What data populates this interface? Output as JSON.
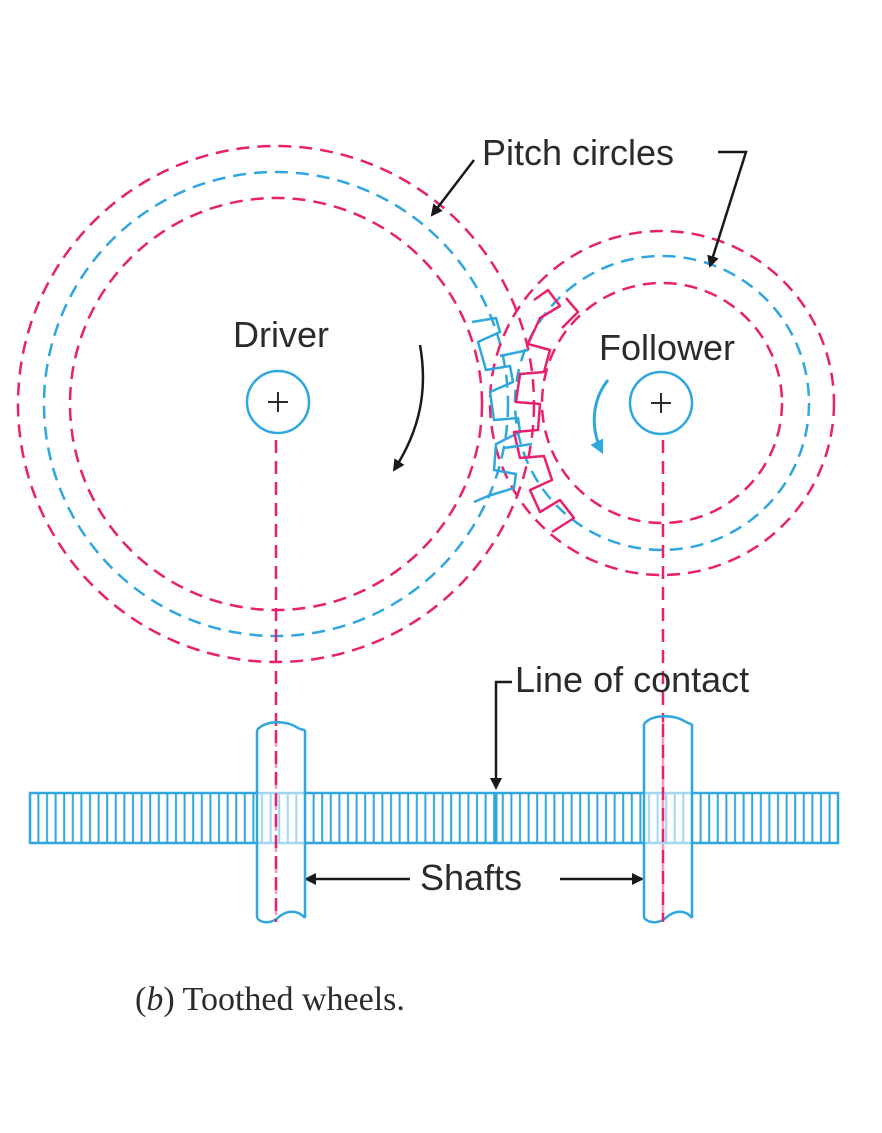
{
  "labels": {
    "pitch_circles": "Pitch circles",
    "driver": "Driver",
    "follower": "Follower",
    "line_of_contact": "Line of contact",
    "shafts": "Shafts"
  },
  "caption": {
    "letter": "b",
    "text": "Toothed wheels."
  },
  "colors": {
    "outline": "#e8206e",
    "pitch": "#2fa6df",
    "text": "#2b2b2b"
  }
}
